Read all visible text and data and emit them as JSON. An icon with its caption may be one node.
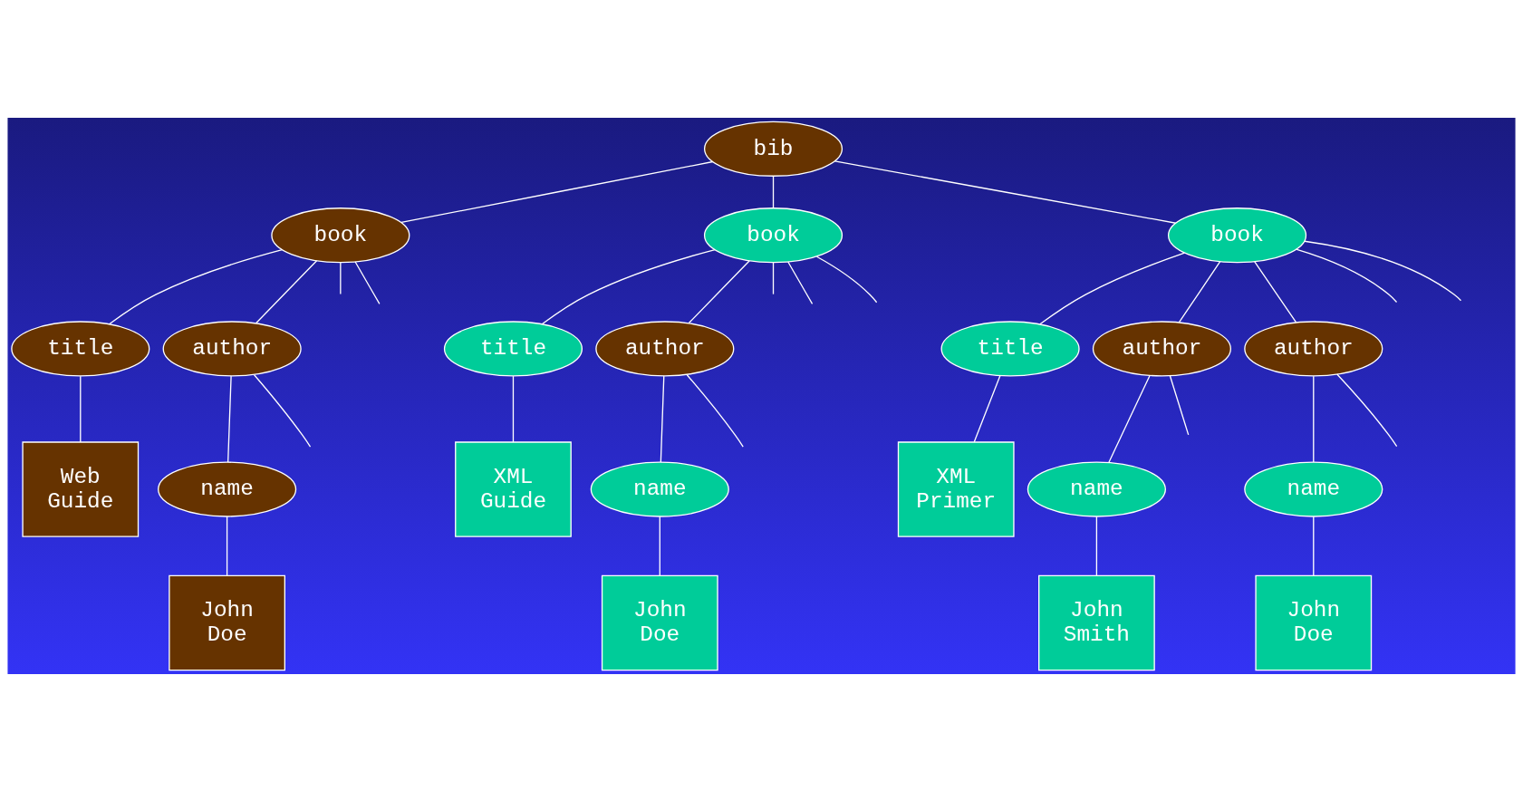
{
  "diagram": {
    "nodes": [
      {
        "text": [
          "bib"
        ]
      },
      {
        "text": [
          "book"
        ]
      },
      {
        "text": [
          "book"
        ]
      },
      {
        "text": [
          "book"
        ]
      },
      {
        "text": [
          "title"
        ]
      },
      {
        "text": [
          "author"
        ]
      },
      {
        "text": [
          "Web Guide"
        ]
      },
      {
        "text": [
          "name"
        ]
      },
      {
        "text": [
          "John Doe"
        ]
      },
      {
        "text": [
          "title"
        ]
      },
      {
        "text": [
          "author"
        ]
      },
      {
        "text": [
          "XML Guide"
        ]
      },
      {
        "text": [
          "name"
        ]
      },
      {
        "text": [
          "John Doe"
        ]
      },
      {
        "text": [
          "title"
        ]
      },
      {
        "text": [
          "author"
        ]
      },
      {
        "text": [
          "author"
        ]
      },
      {
        "text": [
          "XML Primer"
        ]
      },
      {
        "text": [
          "name"
        ]
      },
      {
        "text": [
          "name"
        ]
      },
      {
        "text": [
          "John Smith"
        ]
      },
      {
        "text": [
          "John Doe"
        ]
      }
    ],
    "edges": [
      {
        "from": 0,
        "to": 1,
        "arrow": "none"
      },
      {
        "from": 0,
        "to": 2,
        "arrow": "none"
      },
      {
        "from": 0,
        "to": 3,
        "arrow": "none"
      },
      {
        "from": 1,
        "to": null,
        "arrow": "none"
      },
      {
        "from": 1,
        "to": 4,
        "arrow": "none"
      },
      {
        "from": 1,
        "to": 5,
        "arrow": "none"
      },
      {
        "from": 1,
        "to": null,
        "arrow": "none"
      },
      {
        "from": 4,
        "to": 6,
        "arrow": "none"
      },
      {
        "from": 5,
        "to": null,
        "arrow": "none"
      },
      {
        "from": 5,
        "to": 7,
        "arrow": "none"
      },
      {
        "from": 7,
        "to": 8,
        "arrow": "none"
      },
      {
        "from": 2,
        "to": null,
        "arrow": "none"
      },
      {
        "from": 2,
        "to": 9,
        "arrow": "none"
      },
      {
        "from": 2,
        "to": 10,
        "arrow": "none"
      },
      {
        "from": 2,
        "to": null,
        "arrow": "none"
      },
      {
        "from": 2,
        "to": null,
        "arrow": "none"
      },
      {
        "from": 9,
        "to": 11,
        "arrow": "none"
      },
      {
        "from": 10,
        "to": null,
        "arrow": "none"
      },
      {
        "from": 10,
        "to": 12,
        "arrow": "none"
      },
      {
        "from": 12,
        "to": 13,
        "arrow": "none"
      },
      {
        "from": 3,
        "to": null,
        "arrow": "none"
      },
      {
        "from": 3,
        "to": 14,
        "arrow": "none"
      },
      {
        "from": 3,
        "to": 15,
        "arrow": "none"
      },
      {
        "from": 3,
        "to": 16,
        "arrow": "none"
      },
      {
        "from": 3,
        "to": null,
        "arrow": "none"
      },
      {
        "from": 14,
        "to": 17,
        "arrow": "none"
      },
      {
        "from": 15,
        "to": null,
        "arrow": "none"
      },
      {
        "from": 15,
        "to": 18,
        "arrow": "none"
      },
      {
        "from": 16,
        "to": null,
        "arrow": "none"
      },
      {
        "from": 16,
        "to": 19,
        "arrow": "none"
      },
      {
        "from": 18,
        "to": 20,
        "arrow": "none"
      },
      {
        "from": 19,
        "to": 21,
        "arrow": "none"
      }
    ]
  }
}
